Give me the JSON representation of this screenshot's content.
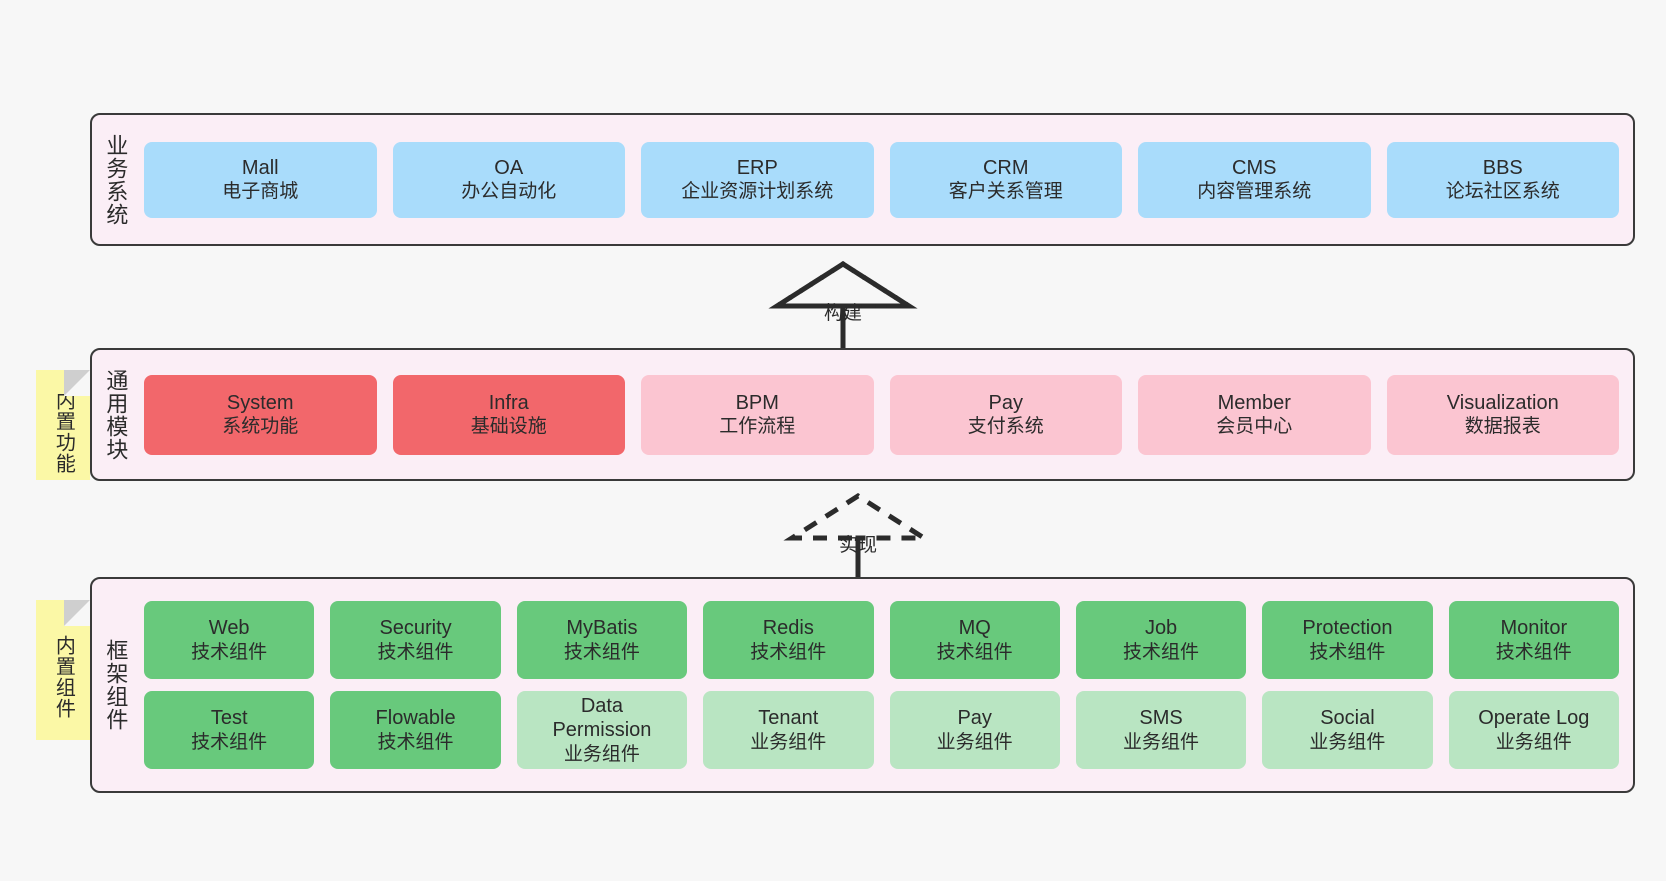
{
  "canvas": {
    "background": "#F7F7F7"
  },
  "palette": {
    "band_fill": "#FBEEF6",
    "band_border": "#3A3A3A",
    "blue": "#A9DCFB",
    "red": "#F2676B",
    "pink": "#FBC5D1",
    "green": "#68C97C",
    "light_green": "#B9E5C2",
    "sticky_yellow": "#FBF8A6",
    "sticky_fold": "#CFCFCF"
  },
  "bands": {
    "business": {
      "title": "业务系统",
      "rows": [
        [
          {
            "name": "Mall",
            "desc": "电子商城"
          },
          {
            "name": "OA",
            "desc": "办公自动化"
          },
          {
            "name": "ERP",
            "desc": "企业资源计划系统"
          },
          {
            "name": "CRM",
            "desc": "客户关系管理"
          },
          {
            "name": "CMS",
            "desc": "内容管理系统"
          },
          {
            "name": "BBS",
            "desc": "论坛社区系统"
          }
        ]
      ]
    },
    "modules": {
      "title": "通用模块",
      "sticky": "内置功能",
      "rows": [
        [
          {
            "name": "System",
            "desc": "系统功能"
          },
          {
            "name": "Infra",
            "desc": "基础设施"
          },
          {
            "name": "BPM",
            "desc": "工作流程"
          },
          {
            "name": "Pay",
            "desc": "支付系统"
          },
          {
            "name": "Member",
            "desc": "会员中心"
          },
          {
            "name": "Visualization",
            "desc": "数据报表"
          }
        ]
      ]
    },
    "framework": {
      "title": "框架组件",
      "sticky": "内置组件",
      "rows": [
        [
          {
            "name": "Web",
            "desc": "技术组件"
          },
          {
            "name": "Security",
            "desc": "技术组件"
          },
          {
            "name": "MyBatis",
            "desc": "技术组件"
          },
          {
            "name": "Redis",
            "desc": "技术组件"
          },
          {
            "name": "MQ",
            "desc": "技术组件"
          },
          {
            "name": "Job",
            "desc": "技术组件"
          },
          {
            "name": "Protection",
            "desc": "技术组件"
          },
          {
            "name": "Monitor",
            "desc": "技术组件"
          }
        ],
        [
          {
            "name": "Test",
            "desc": "技术组件"
          },
          {
            "name": "Flowable",
            "desc": "技术组件"
          },
          {
            "name": "Data",
            "name2": "Permission",
            "desc": "业务组件"
          },
          {
            "name": "Tenant",
            "desc": "业务组件"
          },
          {
            "name": "Pay",
            "desc": "业务组件"
          },
          {
            "name": "SMS",
            "desc": "业务组件"
          },
          {
            "name": "Social",
            "desc": "业务组件"
          },
          {
            "name": "Operate Log",
            "desc": "业务组件"
          }
        ]
      ]
    }
  },
  "arrows": {
    "build": {
      "label": "构建"
    },
    "implement": {
      "label": "实现"
    }
  }
}
